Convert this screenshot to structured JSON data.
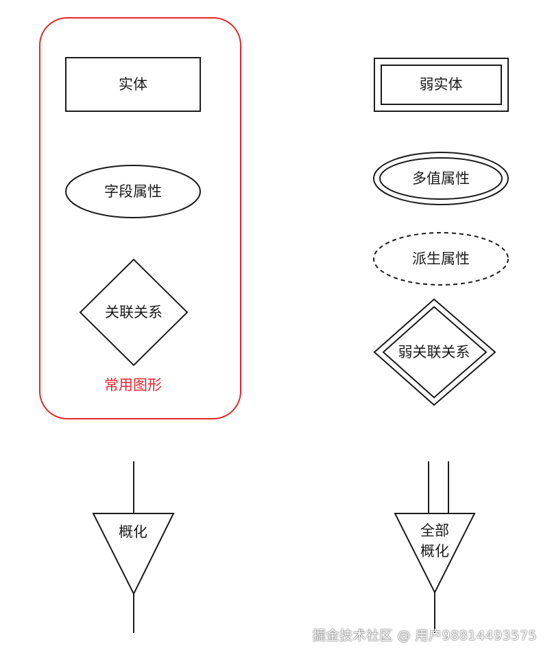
{
  "common_group": {
    "caption": "常用图形",
    "entity": "实体",
    "field_attribute": "字段属性",
    "relationship": "关联关系"
  },
  "advanced": {
    "weak_entity": "弱实体",
    "multivalued_attribute": "多值属性",
    "derived_attribute": "派生属性",
    "weak_relationship": "弱关联关系"
  },
  "generalization": {
    "label": "概化"
  },
  "total_generalization": {
    "line1": "全部",
    "line2": "概化"
  },
  "watermark": "掘金技术社区 @ 用户98814493575",
  "colors": {
    "stroke": "#1a1a1a",
    "highlight": "#e8232c",
    "background": "#ffffff"
  }
}
